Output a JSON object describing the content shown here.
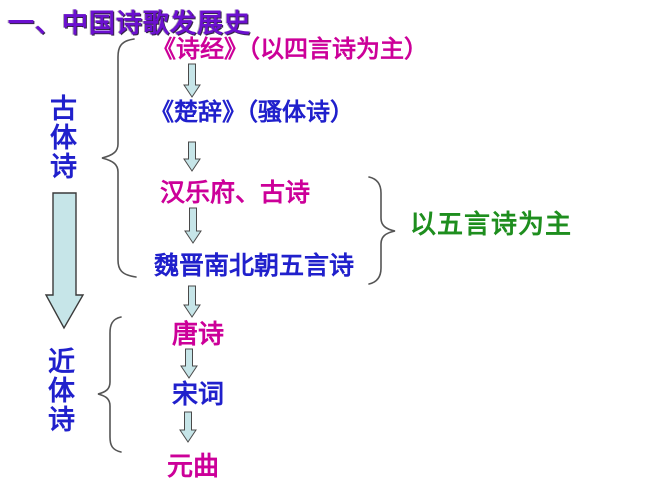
{
  "title": {
    "text": "一、中国诗歌发展史"
  },
  "colors": {
    "title_purple": "#6b10cf",
    "magenta": "#cc0099",
    "blue": "#2020cc",
    "green": "#1e8e1e",
    "arrow_fill": "#c6e5e8",
    "background": "#ffffff"
  },
  "flow": {
    "items": [
      {
        "label": "《诗经》（以四言诗为主）",
        "color": "magenta"
      },
      {
        "label": "《楚辞》（骚体诗）",
        "color": "blue"
      },
      {
        "label": "汉乐府、古诗",
        "color": "magenta"
      },
      {
        "label": "魏晋南北朝五言诗",
        "color": "blue"
      },
      {
        "label": "唐诗",
        "color": "magenta"
      },
      {
        "label": "宋词",
        "color": "blue"
      },
      {
        "label": "元曲",
        "color": "magenta"
      }
    ]
  },
  "groups": {
    "ancient_style": {
      "label": "古体诗"
    },
    "modern_style": {
      "label": "近体诗"
    },
    "five_char_note": {
      "label": "以五言诗为主"
    }
  },
  "icons": {
    "down_arrow": "hollow downward arrow",
    "big_down_arrow": "large pale-cyan downward arrow",
    "left_brace": "left curly brace",
    "right_brace": "right curly brace"
  }
}
